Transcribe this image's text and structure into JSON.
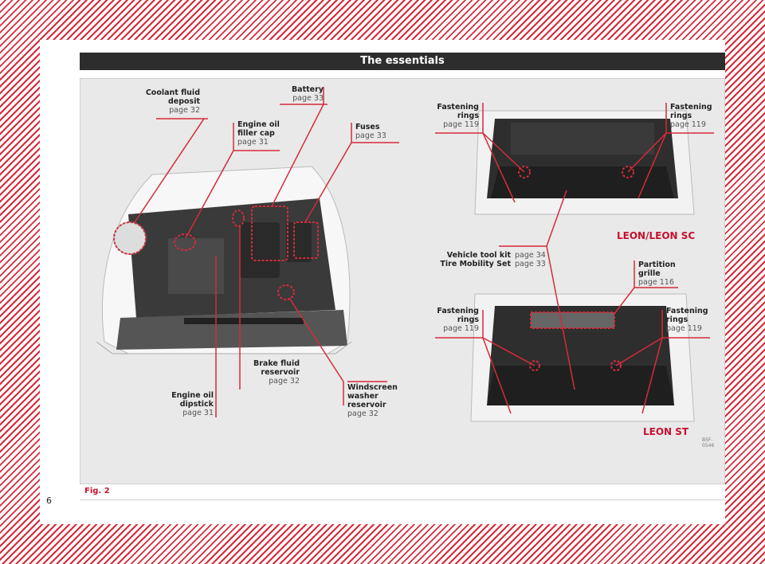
{
  "header": {
    "title": "The essentials"
  },
  "figure": {
    "caption": "Fig. 2",
    "code": "B5F-0546",
    "models": {
      "top": "LEON/LEON SC",
      "bottom": "LEON ST"
    },
    "labels": {
      "coolant": {
        "title": "Coolant fluid\ndeposit",
        "page": "page 32"
      },
      "battery": {
        "title": "Battery",
        "page": "page 33"
      },
      "oil_cap": {
        "title": "Engine oil\nfiller cap",
        "page": "page 31"
      },
      "fuses": {
        "title": "Fuses",
        "page": "page 33"
      },
      "brake": {
        "title": "Brake fluid\nreservoir",
        "page": "page 32"
      },
      "dipstick": {
        "title": "Engine oil\ndipstick",
        "page": "page 31"
      },
      "washer": {
        "title": "Windscreen\nwasher reservoir",
        "page": "page 32"
      },
      "fast_tl": {
        "title": "Fastening\nrings",
        "page": "page 119"
      },
      "fast_tr": {
        "title": "Fastening\nrings",
        "page": "page 119"
      },
      "toolkit": {
        "title": "Vehicle tool kit\nTire Mobility Set",
        "page1": "page 34",
        "page2": "page 33"
      },
      "partition": {
        "title": "Partition\ngrille",
        "page": "page 116"
      },
      "fast_bl": {
        "title": "Fastening\nrings",
        "page": "page 119"
      },
      "fast_br": {
        "title": "Fastening\nrings",
        "page": "page 119"
      }
    }
  },
  "page_number": "6",
  "colors": {
    "accent": "#d52b3a",
    "header_bg": "#2d2d2d"
  }
}
